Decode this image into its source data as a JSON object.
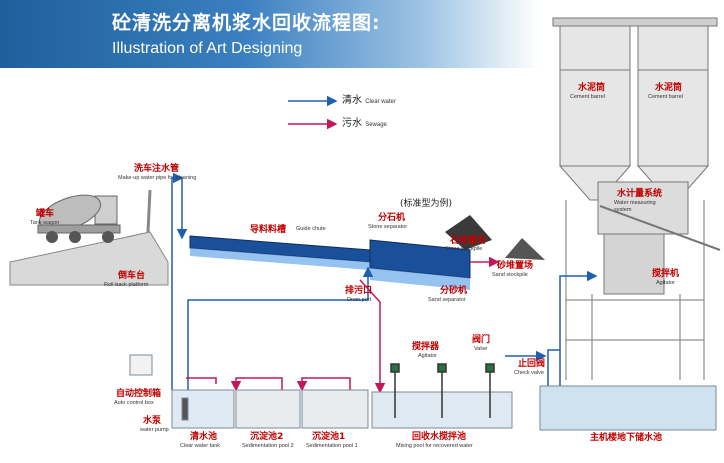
{
  "header": {
    "title_cn": "砼清洗分离机浆水回收流程图:",
    "title_en": "Illustration of Art Designing"
  },
  "legend": {
    "clear_cn": "清水",
    "clear_en": "Clear water",
    "sewage_cn": "污水",
    "sewage_en": "Sewage"
  },
  "labels": {
    "makeup_cn": "洗车注水管",
    "makeup_en": "Make-up water pipe for cleaning",
    "tank_wagon_cn": "罐车",
    "tank_wagon_en": "Tank wagon",
    "rollback_cn": "倒车台",
    "rollback_en": "Roll-back platform",
    "guide_chute_cn": "导料料槽",
    "guide_chute_en": "Guide chute",
    "standard_note": "(标准型为例)",
    "stone_sep_cn": "分石机",
    "stone_sep_en": "Stone separator",
    "stone_stock_cn": "石堆置场",
    "stone_stock_en": "Stone stockpile",
    "sand_stock_cn": "砂堆置场",
    "sand_stock_en": "Sand stockpile",
    "drain_cn": "排污口",
    "drain_en": "Drain port",
    "sand_sep_cn": "分砂机",
    "sand_sep_en": "Sand separator",
    "cement1_cn": "水泥筒",
    "cement1_en": "Cement barrel",
    "cement2_cn": "水泥筒",
    "cement2_en": "Cement barrel",
    "wms_cn": "水计量系统",
    "wms_en1": "Water measuring",
    "wms_en2": "system",
    "agitator_r_cn": "搅拌机",
    "agitator_r_en": "Agitator",
    "control_cn": "自动控制箱",
    "control_en": "Auto control box",
    "pump_cn": "水泵",
    "pump_en": "water pump",
    "clear_tank_cn": "清水池",
    "clear_tank_en": "Clear water tank",
    "sed2_cn": "沉淀池2",
    "sed2_en": "Sedimentation pool 2",
    "sed1_cn": "沉淀池1",
    "sed1_en": "Sedimentation pool 1",
    "mix_agitator_cn": "搅拌器",
    "mix_agitator_en": "Agitator",
    "valve_cn": "阀门",
    "valve_en": "Valve",
    "check_valve_cn": "止回阀",
    "check_valve_en": "Check valve",
    "mixing_pool_cn": "回收水搅拌池",
    "mixing_pool_en": "Mixing pool for recovered water",
    "storage_cn": "主机楼地下储水池"
  },
  "colors": {
    "clear_water": "#1f5fb0",
    "sewage": "#c2185b",
    "label_red": "#c00000"
  }
}
